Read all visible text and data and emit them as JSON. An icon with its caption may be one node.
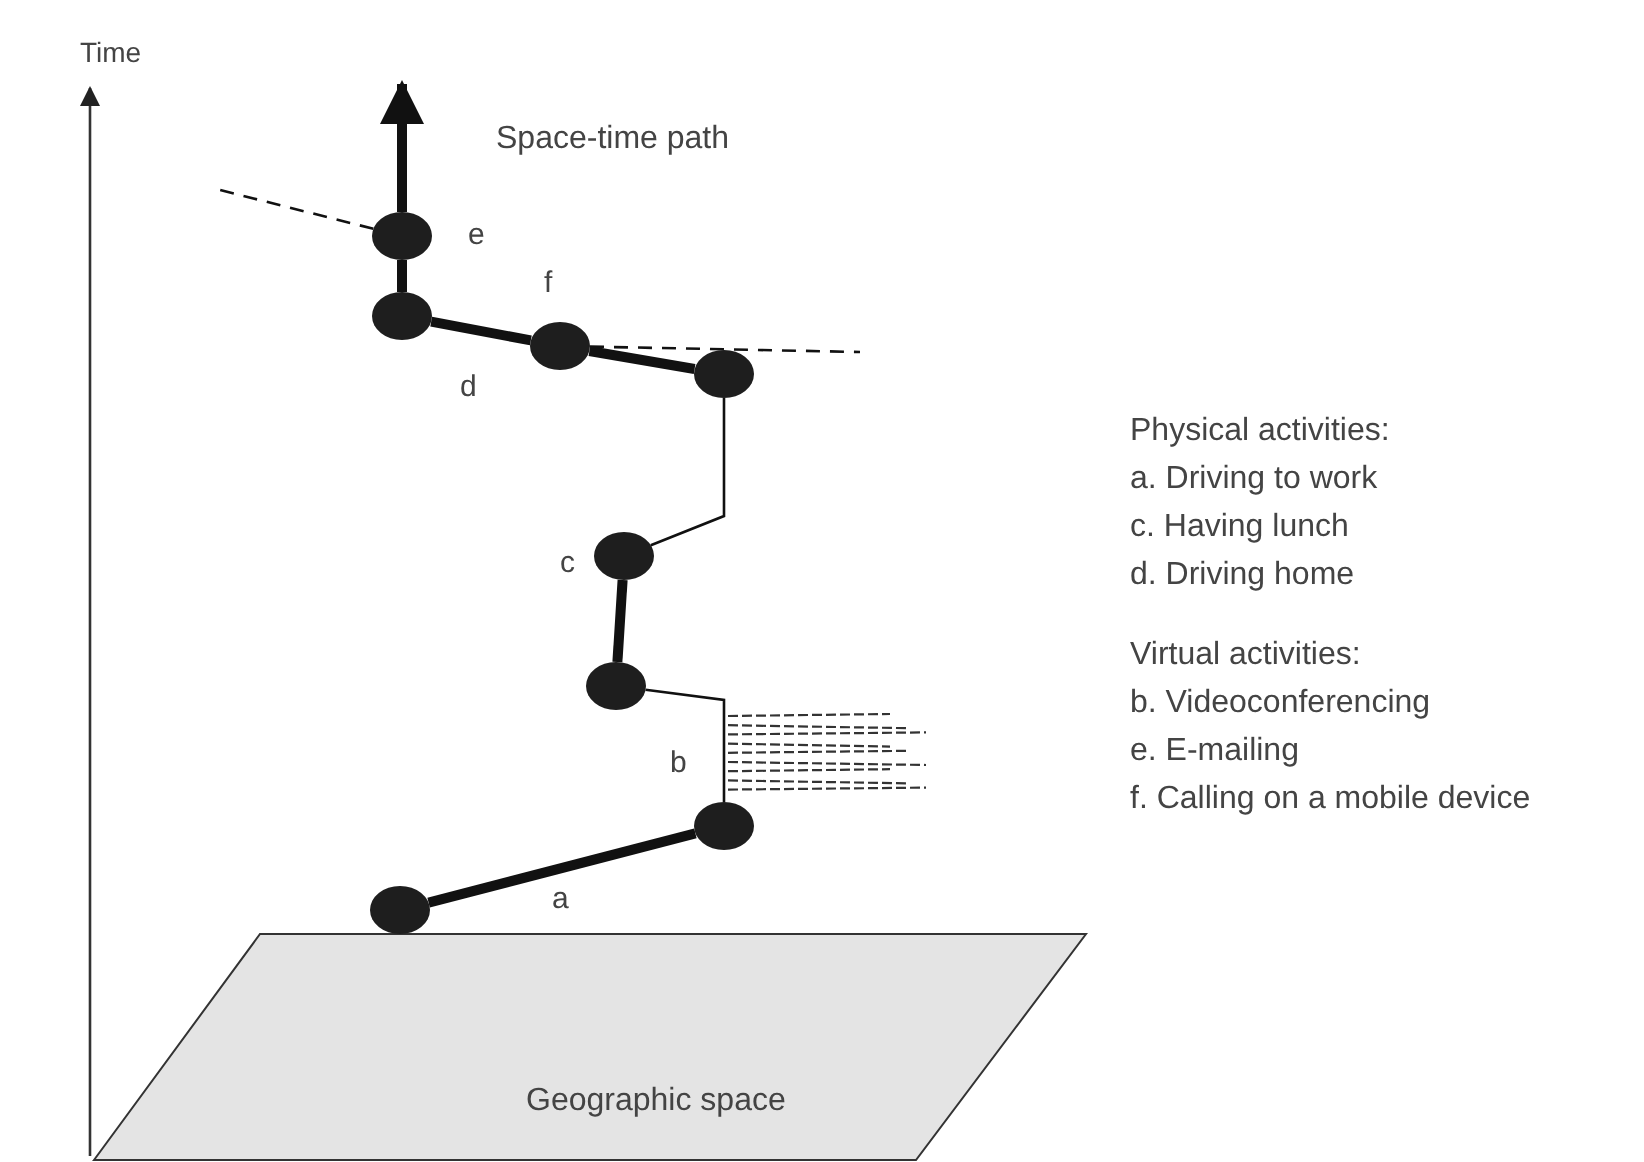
{
  "diagram": {
    "nodes": [
      {
        "text": [],
        "shape": "circle",
        "beside": [
          "e"
        ]
      },
      {
        "text": [],
        "shape": "circle"
      },
      {
        "text": [],
        "shape": "circle",
        "beside": [
          "f"
        ]
      },
      {
        "text": [],
        "shape": "circle"
      },
      {
        "text": [],
        "shape": "circle"
      },
      {
        "text": [],
        "shape": "circle"
      },
      {
        "text": [],
        "shape": "circle"
      },
      {
        "text": [],
        "shape": "circle"
      },
      {
        "text": [
          "Geographic space"
        ]
      }
    ],
    "edges": [
      {
        "from": 7,
        "to": 6,
        "arrow": "none",
        "label": "a"
      },
      {
        "from": 6,
        "to": 5,
        "arrow": "none",
        "label": "b"
      },
      {
        "from": 5,
        "to": 4,
        "arrow": "none",
        "label": "c"
      },
      {
        "from": 4,
        "to": 3,
        "arrow": "none"
      },
      {
        "from": 3,
        "to": 2,
        "arrow": "none"
      },
      {
        "from": 2,
        "to": 1,
        "arrow": "none",
        "label": "d"
      },
      {
        "from": 1,
        "to": 0,
        "arrow": "none"
      },
      {
        "from": 0,
        "to": null,
        "arrow": "to"
      },
      {
        "from": 0,
        "to": null,
        "arrow": "none",
        "style": "dashed"
      },
      {
        "from": 2,
        "to": null,
        "arrow": "none",
        "style": "dashed"
      }
    ],
    "labels": [
      "Time",
      "Space-time path",
      "Physical activities:",
      "a. Driving to work",
      "c. Having lunch",
      "d. Driving home",
      "Virtual activities:",
      "b. Videoconferencing",
      "e. E-mailing",
      "f. Calling on a mobile device"
    ]
  }
}
